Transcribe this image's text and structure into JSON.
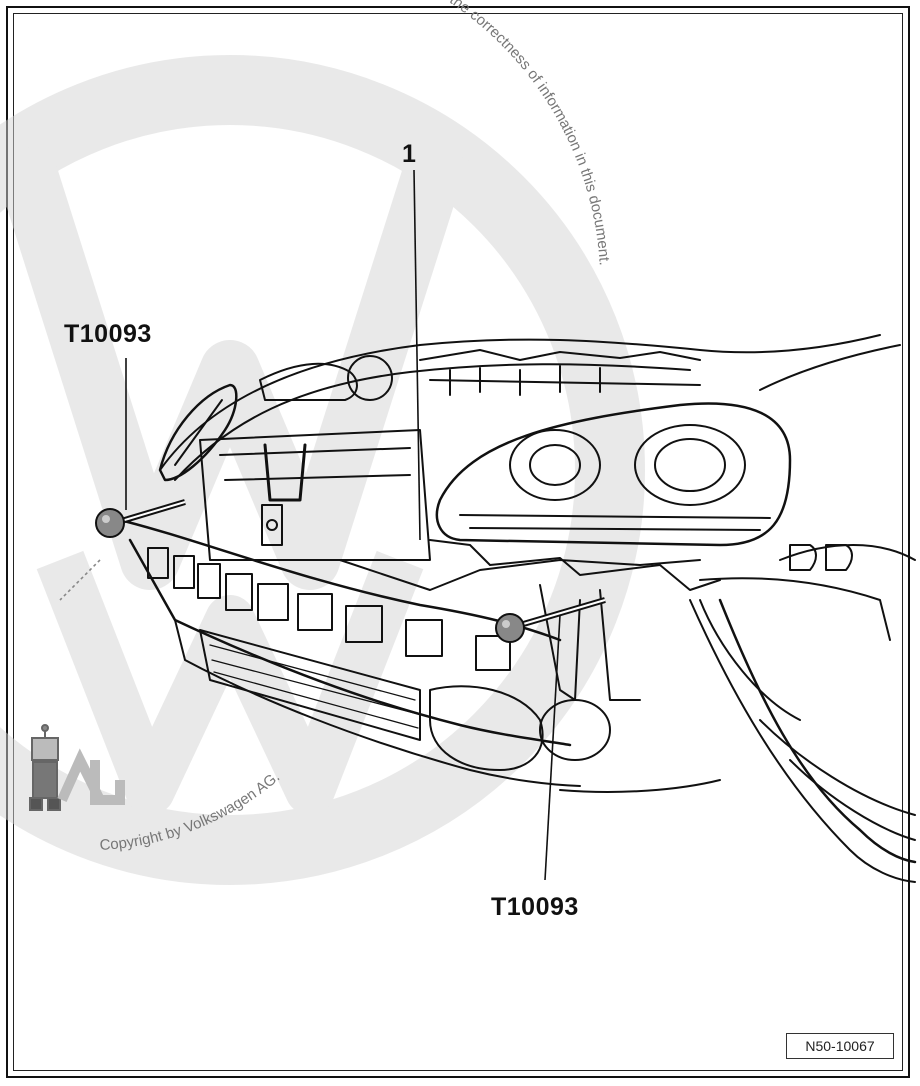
{
  "diagram": {
    "callouts": {
      "part_1": "1",
      "tool_left": "T10093",
      "tool_bottom": "T10093"
    },
    "figure_id": "N50-10067"
  },
  "watermark": {
    "text_top": "does not guarantee or accept any liability with respect to the correctness of information in this document.",
    "text_bottom": "Copyright by Volkswagen AG."
  }
}
